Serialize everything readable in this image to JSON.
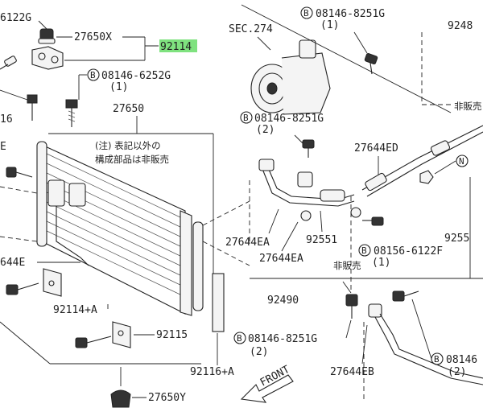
{
  "labels": {
    "p_6122g_top": "6122G",
    "p_27650x": "27650X",
    "p_92114": "92114",
    "p_08146_6252g": "08146-6252G",
    "p_6252g_qty": "(1)",
    "p_16": "16",
    "p_e_left": "E",
    "p_27650": "27650",
    "p_note_1": "(注) 表記以外の",
    "p_note_2": "構成部品は非販売",
    "p_644e": "644E",
    "p_92114_a": "92114+A",
    "p_92115": "92115",
    "p_92116_a": "92116+A",
    "p_27650y": "27650Y",
    "p_sec274": "SEC.274",
    "p_08146_8251g_top": "08146-8251G",
    "p_8251g_top_qty": "(1)",
    "p_9248": "9248",
    "p_hihanbai_right": "非販売",
    "p_08146_8251g_mid": "08146-8251G",
    "p_8251g_mid_qty": "(2)",
    "p_27644ed": "27644ED",
    "p_27644ea_1": "27644EA",
    "p_27644ea_2": "27644EA",
    "p_92551": "92551",
    "p_9255": "9255",
    "p_08156_6122f": "08156-6122F",
    "p_6122f_qty": "(1)",
    "p_hihanbai_mid": "非販売",
    "p_92490": "92490",
    "p_08146_8251g_bot": "08146-8251G",
    "p_8251g_bot_qty": "(2)",
    "p_27644eb": "27644EB",
    "p_08146_right": "08146",
    "p_right_qty": "(2)",
    "p_front": "FRONT",
    "b_mark": "B",
    "n_mark": "N"
  },
  "colors": {
    "highlight": "#7fe27f",
    "ink": "#222222"
  }
}
